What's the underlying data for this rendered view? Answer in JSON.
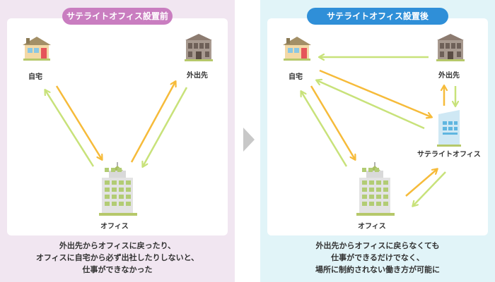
{
  "before": {
    "title": "サテライトオフィス設置前",
    "labels": {
      "home": "自宅",
      "destination": "外出先",
      "office": "オフィス"
    },
    "caption": [
      "外出先からオフィスに戻ったり、",
      "オフィスに自宅から必ず出社したりしないと、",
      "仕事ができなかった"
    ]
  },
  "after": {
    "title": "サテライトオフィス設置後",
    "labels": {
      "home": "自宅",
      "destination": "外出先",
      "satellite": "サテライトオフィス",
      "office": "オフィス"
    },
    "caption": [
      "外出先からオフィスに戻らなくても",
      "仕事ができるだけでなく、",
      "場所に制約されない働き方が可能に"
    ]
  },
  "colors": {
    "left_panel": "#f1e6f1",
    "right_panel": "#e1f4f8",
    "left_pill": "#c97dc0",
    "right_pill": "#2f8fd8",
    "arrow_orange": "#f6bb3a",
    "arrow_green": "#c8e27a"
  }
}
